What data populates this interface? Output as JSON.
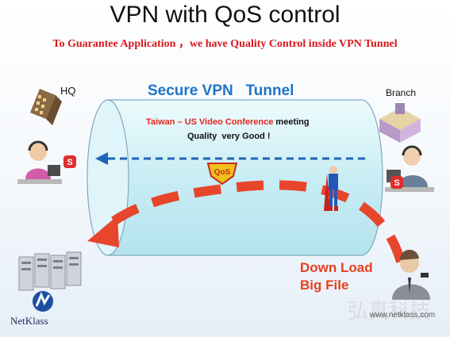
{
  "title": "VPN with QoS control",
  "subtitle": "To Guarantee Application ，we have Quality Control inside VPN Tunnel",
  "tunnel": {
    "title": "Secure VPN   Tunnel",
    "conference_highlight": "Taiwan – US Video Conference",
    "conference_tail": "meeting",
    "quality": "Quality  very Good !"
  },
  "sites": {
    "hq": "HQ",
    "branch": "Branch"
  },
  "download": {
    "line1": "Down Load",
    "line2": "Big File"
  },
  "qos_badge": "QoS",
  "brand": "NetKlass",
  "url": "www.netklass.com",
  "watermark": "弘真科技",
  "icons": [
    "building-icon",
    "headset-agent-icon",
    "skype-icon",
    "superman-icon",
    "qos-shield-icon",
    "server-rack-icon",
    "businessman-icon",
    "netklass-logo-icon"
  ],
  "colors": {
    "tunnel": "#d3f0f6",
    "arrow_blue": "#1f64b7",
    "arrow_red": "#e8462b",
    "title_red": "#d8171b",
    "tunnel_title": "#1f74c9"
  }
}
